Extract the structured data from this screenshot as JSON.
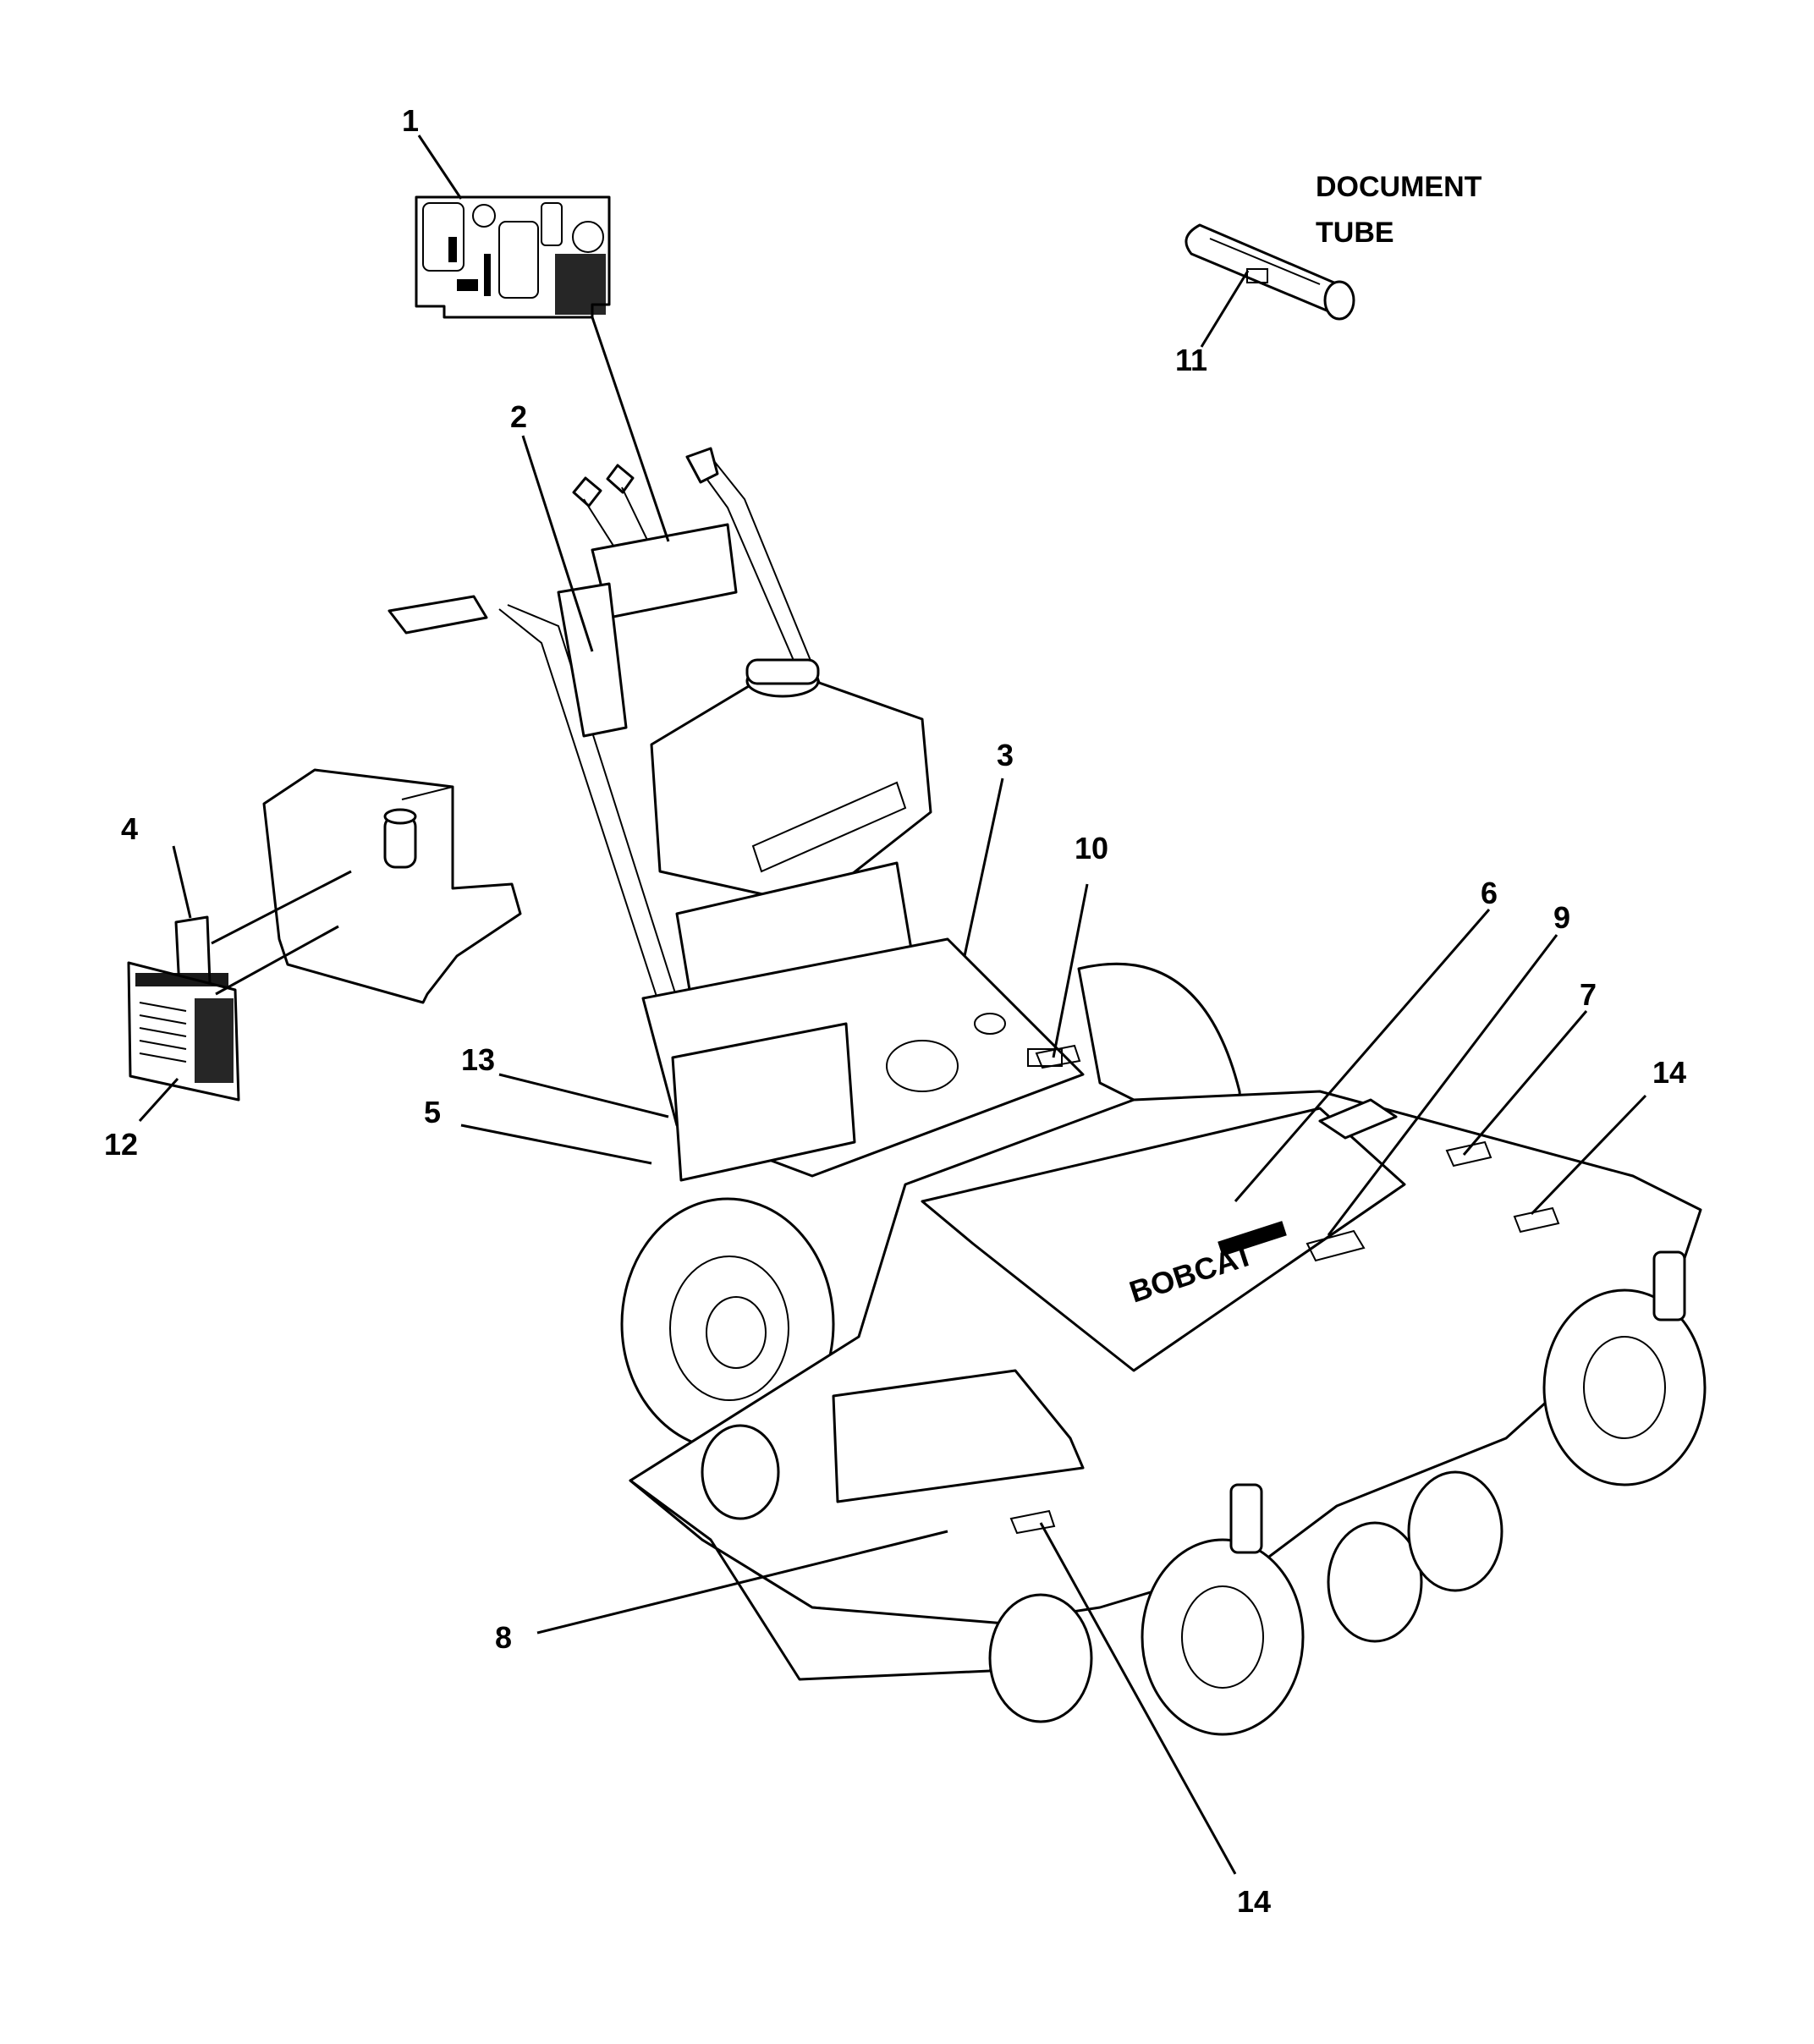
{
  "callouts": [
    {
      "id": "1",
      "label": "1"
    },
    {
      "id": "2",
      "label": "2"
    },
    {
      "id": "3",
      "label": "3"
    },
    {
      "id": "4",
      "label": "4"
    },
    {
      "id": "5",
      "label": "5"
    },
    {
      "id": "6",
      "label": "6"
    },
    {
      "id": "7",
      "label": "7"
    },
    {
      "id": "8",
      "label": "8"
    },
    {
      "id": "9",
      "label": "9"
    },
    {
      "id": "10",
      "label": "10"
    },
    {
      "id": "11",
      "label": "11"
    },
    {
      "id": "12",
      "label": "12"
    },
    {
      "id": "13",
      "label": "13"
    },
    {
      "id": "14a",
      "label": "14"
    },
    {
      "id": "14b",
      "label": "14"
    }
  ],
  "document_tube": {
    "line1": "DOCUMENT",
    "line2": "TUBE"
  },
  "icons": [
    "decal-sheet-icon",
    "document-tube-icon",
    "fuel-tank-icon",
    "mower-icon",
    "warning-decal-icon"
  ]
}
